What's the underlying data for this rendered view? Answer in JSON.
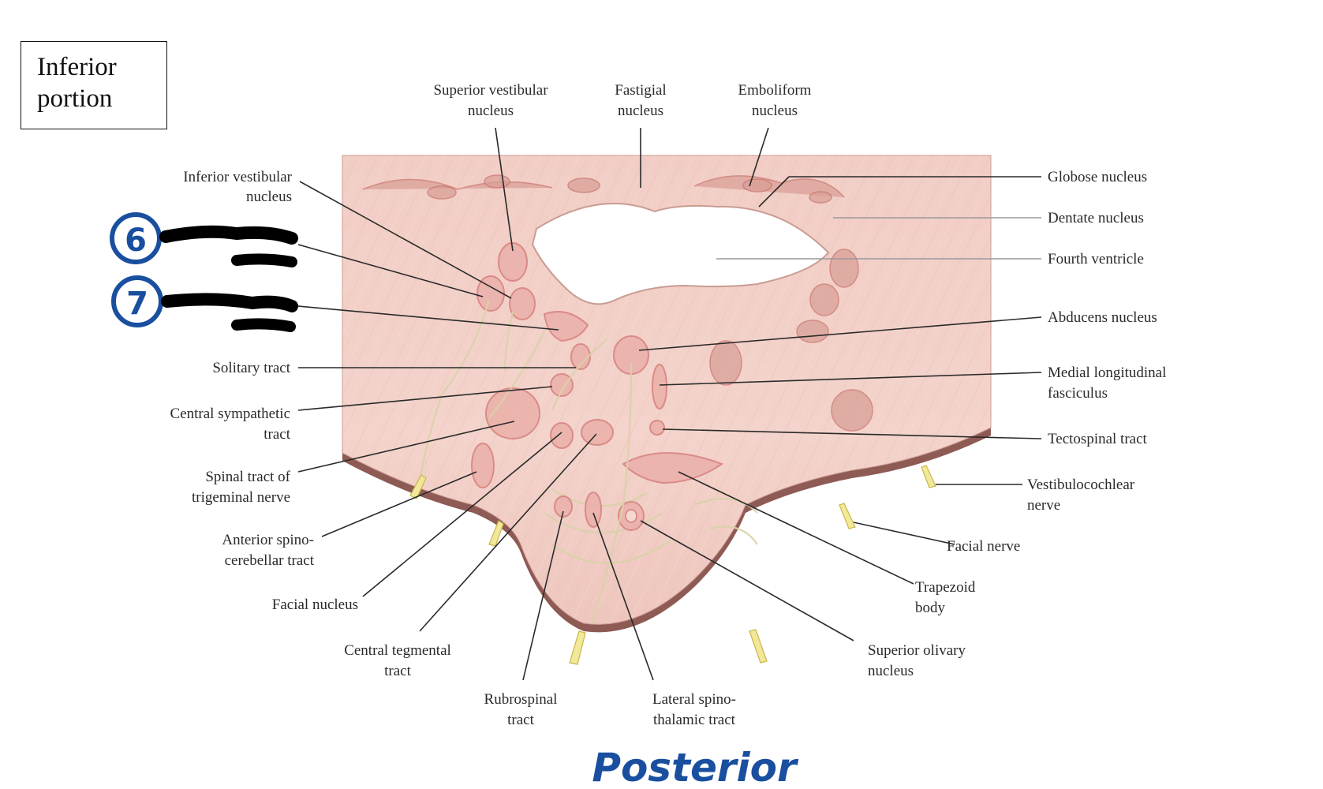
{
  "section_label": "Inferior\nportion",
  "section_label_lines": [
    "Inferior",
    "portion"
  ],
  "labels": {
    "superior_vestibular": [
      "Superior vestibular",
      "nucleus"
    ],
    "fastigial": [
      "Fastigial",
      "nucleus"
    ],
    "emboliform": [
      "Emboliform",
      "nucleus"
    ],
    "inferior_vestibular": [
      "Inferior vestibular",
      "nucleus"
    ],
    "globose": [
      "Globose nucleus"
    ],
    "dentate": [
      "Dentate nucleus"
    ],
    "fourth_ventricle": [
      "Fourth ventricle"
    ],
    "abducens": [
      "Abducens nucleus"
    ],
    "mlf": [
      "Medial longitudinal",
      "fasciculus"
    ],
    "solitary": [
      "Solitary tract"
    ],
    "central_sympathetic": [
      "Central sympathetic",
      "tract"
    ],
    "tectospinal": [
      "Tectospinal tract"
    ],
    "spinal_trigeminal": [
      "Spinal tract of",
      "trigeminal nerve"
    ],
    "vestibulocochlear": [
      "Vestibulocochlear",
      "nerve"
    ],
    "anterior_spinocerebellar": [
      "Anterior spino-",
      "cerebellar tract"
    ],
    "facial_nerve": [
      "Facial nerve"
    ],
    "facial_nucleus": [
      "Facial nucleus"
    ],
    "trapezoid": [
      "Trapezoid",
      "body"
    ],
    "central_tegmental": [
      "Central tegmental",
      "tract"
    ],
    "superior_olivary": [
      "Superior olivary",
      "nucleus"
    ],
    "rubrospinal": [
      "Rubrospinal",
      "tract"
    ],
    "lateral_spinothalamic": [
      "Lateral spino-",
      "thalamic tract"
    ]
  },
  "markers": [
    {
      "number": "6",
      "note": "redacted label"
    },
    {
      "number": "7",
      "note": "redacted label"
    }
  ],
  "handwritten_orientation": "Posterior",
  "colors": {
    "tissue": "#f2cfc7",
    "tissue_edge": "#8d5b55",
    "nucleus": "#eab0aa",
    "marker_blue": "#1a4fa0",
    "redaction": "#000000"
  }
}
